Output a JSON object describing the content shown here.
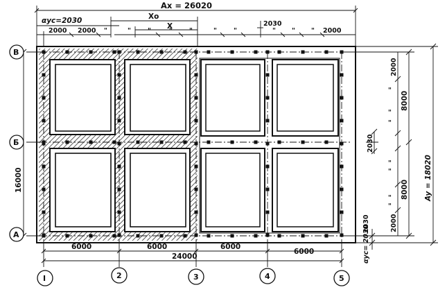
{
  "top_dims": {
    "ax_total": "Ax = 26020",
    "ayc": "αус=2030",
    "d1": "2000",
    "d2": "2000",
    "quote": "\"",
    "xo": "Xo",
    "x": "X",
    "d2030": "2030",
    "d_last": "2000"
  },
  "bottom_dims": {
    "span1": "6000",
    "span2": "6000",
    "span3": "6000",
    "span4": "6000",
    "total": "24000"
  },
  "left_dims": {
    "total": "16000"
  },
  "right_dims": {
    "top_2000": "2000",
    "upper_8000": "8000",
    "mid_2030": "2030",
    "lower_8000": "8000",
    "bottom_2000": "2000",
    "ay_total": "Ay = 18020",
    "ayc_bottom": "αус= 2030",
    "ayc_value": "2030"
  },
  "axes": {
    "col_1": "I",
    "col_2": "2",
    "col_3": "3",
    "col_4": "4",
    "col_5": "5",
    "row_A": "А",
    "row_B": "Б",
    "row_V": "В"
  }
}
